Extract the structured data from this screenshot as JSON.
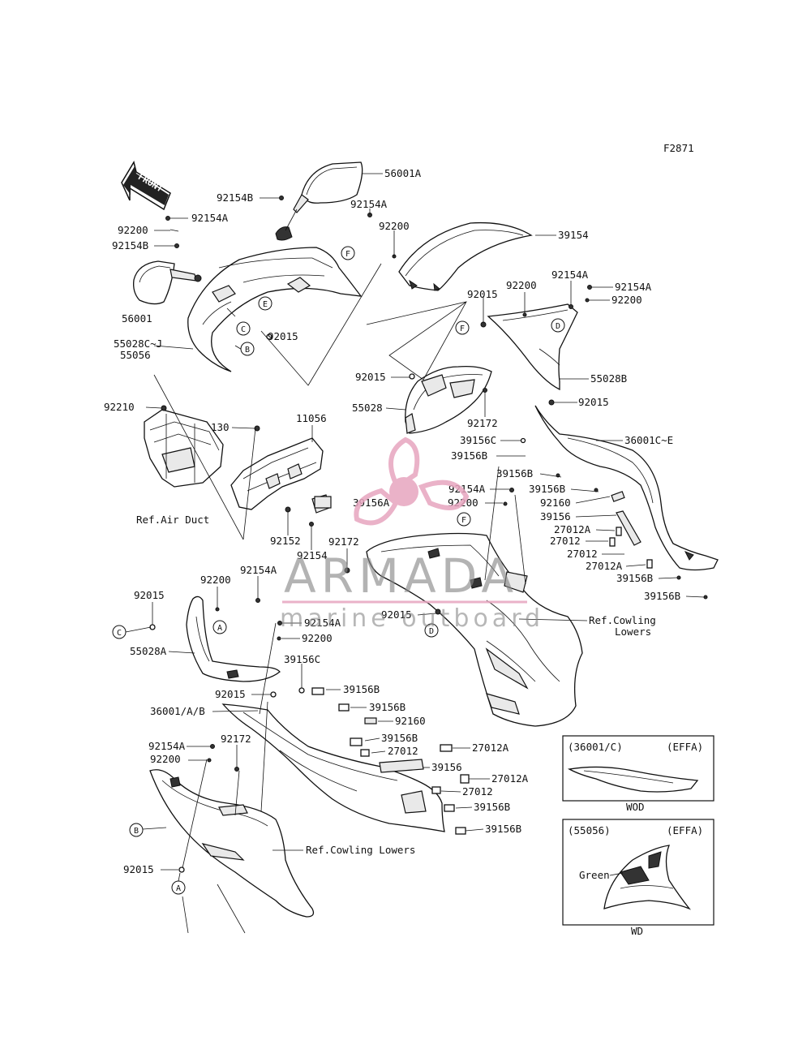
{
  "figure_id": "F2871",
  "front_label": "FRONT",
  "labels": [
    {
      "id": "l1",
      "text": "56001A"
    },
    {
      "id": "l2",
      "text": "92154B"
    },
    {
      "id": "l3",
      "text": "92154A"
    },
    {
      "id": "l4",
      "text": "92200"
    },
    {
      "id": "l5",
      "text": "92154B"
    },
    {
      "id": "l6",
      "text": "56001"
    },
    {
      "id": "l7",
      "text": "55028C~J"
    },
    {
      "id": "l8",
      "text": "55056"
    },
    {
      "id": "l9",
      "text": "92154A"
    },
    {
      "id": "l10",
      "text": "92200"
    },
    {
      "id": "l11",
      "text": "39154"
    },
    {
      "id": "l12",
      "text": "92015"
    },
    {
      "id": "l13",
      "text": "92200"
    },
    {
      "id": "l14",
      "text": "92154A"
    },
    {
      "id": "l15",
      "text": "92154A"
    },
    {
      "id": "l16",
      "text": "92200"
    },
    {
      "id": "l17",
      "text": "92015"
    },
    {
      "id": "l18",
      "text": "92015"
    },
    {
      "id": "l19",
      "text": "55028B"
    },
    {
      "id": "l20",
      "text": "92015"
    },
    {
      "id": "l21",
      "text": "55028"
    },
    {
      "id": "l22",
      "text": "92172"
    },
    {
      "id": "l23",
      "text": "36001C~E"
    },
    {
      "id": "l24",
      "text": "92210"
    },
    {
      "id": "l25",
      "text": "130"
    },
    {
      "id": "l26",
      "text": "11056"
    },
    {
      "id": "l27",
      "text": "39156C"
    },
    {
      "id": "l28",
      "text": "39156B"
    },
    {
      "id": "l29",
      "text": "39156B"
    },
    {
      "id": "l30",
      "text": "92154A"
    },
    {
      "id": "l31",
      "text": "39156B"
    },
    {
      "id": "l32",
      "text": "92200"
    },
    {
      "id": "l33",
      "text": "92160"
    },
    {
      "id": "l34",
      "text": "39156A"
    },
    {
      "id": "l35",
      "text": "39156"
    },
    {
      "id": "l36",
      "text": "27012A"
    },
    {
      "id": "l37",
      "text": "27012"
    },
    {
      "id": "l38",
      "text": "27012"
    },
    {
      "id": "l39",
      "text": "27012A"
    },
    {
      "id": "l40",
      "text": "39156B"
    },
    {
      "id": "l41",
      "text": "39156B"
    },
    {
      "id": "l42",
      "text": "Ref.Air Duct"
    },
    {
      "id": "l43",
      "text": "92152"
    },
    {
      "id": "l44",
      "text": "92172"
    },
    {
      "id": "l45",
      "text": "92154"
    },
    {
      "id": "l46",
      "text": "92154A"
    },
    {
      "id": "l47",
      "text": "92200"
    },
    {
      "id": "l48",
      "text": "92015"
    },
    {
      "id": "l49",
      "text": "92154A"
    },
    {
      "id": "l50",
      "text": "92200"
    },
    {
      "id": "l51",
      "text": "92015"
    },
    {
      "id": "l52",
      "text": "Ref.Cowling"
    },
    {
      "id": "l53",
      "text": "Lowers"
    },
    {
      "id": "l54",
      "text": "55028A"
    },
    {
      "id": "l55",
      "text": "39156C"
    },
    {
      "id": "l56",
      "text": "92015"
    },
    {
      "id": "l57",
      "text": "39156B"
    },
    {
      "id": "l58",
      "text": "36001/A/B"
    },
    {
      "id": "l59",
      "text": "39156B"
    },
    {
      "id": "l60",
      "text": "92160"
    },
    {
      "id": "l61",
      "text": "39156B"
    },
    {
      "id": "l62",
      "text": "27012"
    },
    {
      "id": "l63",
      "text": "27012A"
    },
    {
      "id": "l64",
      "text": "92154A"
    },
    {
      "id": "l65",
      "text": "92172"
    },
    {
      "id": "l66",
      "text": "92200"
    },
    {
      "id": "l67",
      "text": "39156"
    },
    {
      "id": "l68",
      "text": "27012A"
    },
    {
      "id": "l69",
      "text": "27012"
    },
    {
      "id": "l70",
      "text": "39156B"
    },
    {
      "id": "l71",
      "text": "39156B"
    },
    {
      "id": "l72",
      "text": "Ref.Cowling Lowers"
    },
    {
      "id": "l73",
      "text": "92015"
    }
  ],
  "callouts": [
    {
      "id": "c1",
      "text": "F"
    },
    {
      "id": "c2",
      "text": "E"
    },
    {
      "id": "c3",
      "text": "C"
    },
    {
      "id": "c4",
      "text": "B"
    },
    {
      "id": "c5",
      "text": "F"
    },
    {
      "id": "c6",
      "text": "D"
    },
    {
      "id": "c7",
      "text": "F"
    },
    {
      "id": "c8",
      "text": "D"
    },
    {
      "id": "c9",
      "text": "C"
    },
    {
      "id": "c10",
      "text": "A"
    },
    {
      "id": "c11",
      "text": "B"
    },
    {
      "id": "c12",
      "text": "A"
    }
  ],
  "inset1": {
    "code": "(36001/C)",
    "region": "(EFFA)",
    "variant": "WOD"
  },
  "inset2": {
    "code": "(55056)",
    "region": "(EFFA)",
    "note": "Green",
    "variant": "WD"
  },
  "watermark": {
    "brand": "ARMADA",
    "tagline": "marine outboard",
    "color": "#e7a5bf"
  }
}
